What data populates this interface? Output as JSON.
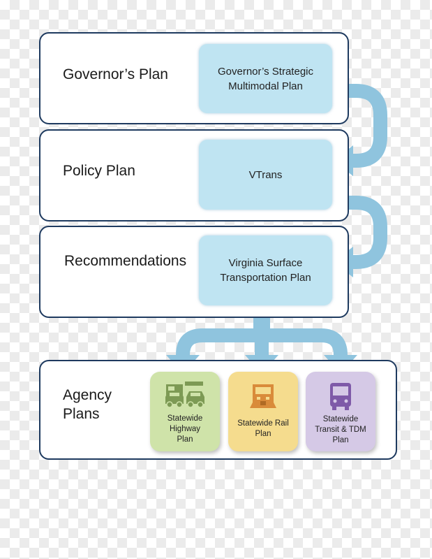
{
  "rows": {
    "governor": {
      "label": "Governor’s Plan",
      "box": "Governor’s Strategic\nMultimodal Plan"
    },
    "policy": {
      "label": "Policy Plan",
      "box": "VTrans"
    },
    "recommendations": {
      "label": "Recommendations",
      "box": "Virginia Surface\nTransportation Plan"
    },
    "agency": {
      "label": "Agency\nPlans"
    }
  },
  "agency_plans": [
    {
      "label": "Statewide\nHighway\nPlan",
      "icon": "cars-icon",
      "color": "#cfe3a9",
      "icon_color": "#7d9a54"
    },
    {
      "label": "Statewide Rail\nPlan",
      "icon": "train-icon",
      "color": "#f5dc8e",
      "icon_color": "#d98b3a"
    },
    {
      "label": "Statewide\nTransit & TDM\nPlan",
      "icon": "bus-icon",
      "color": "#d5c9e6",
      "icon_color": "#7e5aa8"
    }
  ],
  "colors": {
    "border": "#1e3a5f",
    "plan_box": "#bfe4f2",
    "arrow": "#8fc4de"
  }
}
